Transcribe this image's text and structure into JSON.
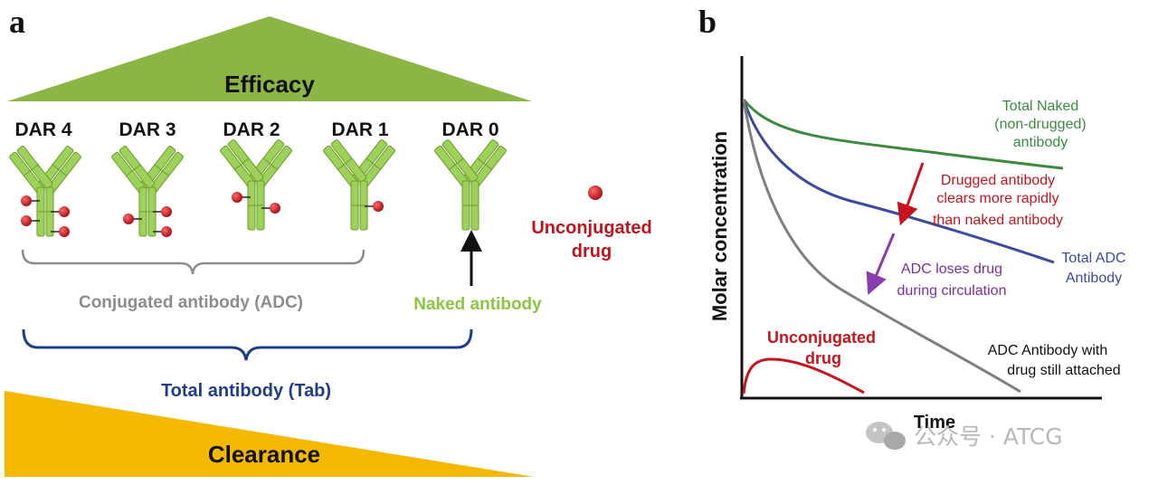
{
  "panel_a": {
    "letter": "a",
    "efficacy": "Efficacy",
    "clearance": "Clearance",
    "dar_labels": [
      "DAR 4",
      "DAR 3",
      "DAR 2",
      "DAR 1",
      "DAR 0"
    ],
    "unconjugated_drug_line1": "Unconjugated",
    "unconjugated_drug_line2": "drug",
    "conjugated_label": "Conjugated antibody (ADC)",
    "naked_label": "Naked antibody",
    "total_label": "Total antibody (Tab)",
    "colors": {
      "efficacy_green": "#8db545",
      "clearance_yellow": "#f5b800",
      "antibody_green": "#9ed15a",
      "drug_red": "#c0141c",
      "conjugated_gray": "#8c8c8c",
      "naked_green": "#8cc63f",
      "total_blue": "#1f3d8a"
    }
  },
  "panel_b": {
    "letter": "b",
    "ylabel": "Molar concentration",
    "xlabel": "Time",
    "annotations": {
      "total_naked": [
        "Total Naked",
        "(non-drugged)",
        "antibody"
      ],
      "drugged": [
        "Drugged antibody",
        "clears more rapidly",
        "than naked antibody"
      ],
      "total_adc": [
        "Total ADC",
        "Antibody"
      ],
      "adc_loses": [
        "ADC loses drug",
        "during circulation"
      ],
      "adc_attached": [
        "ADC Antibody with",
        "drug still attached"
      ],
      "unconjugated": [
        "Unconjugated",
        "drug"
      ]
    },
    "colors": {
      "total_naked": "#3b8a3e",
      "total_adc": "#3c4aa0",
      "adc_attached": "#7f7f7f",
      "unconjugated": "#c8141c",
      "drugged_text": "#c8141c",
      "adc_loses_text": "#7a2fa0"
    }
  },
  "watermark": "公众号 · ATCG"
}
